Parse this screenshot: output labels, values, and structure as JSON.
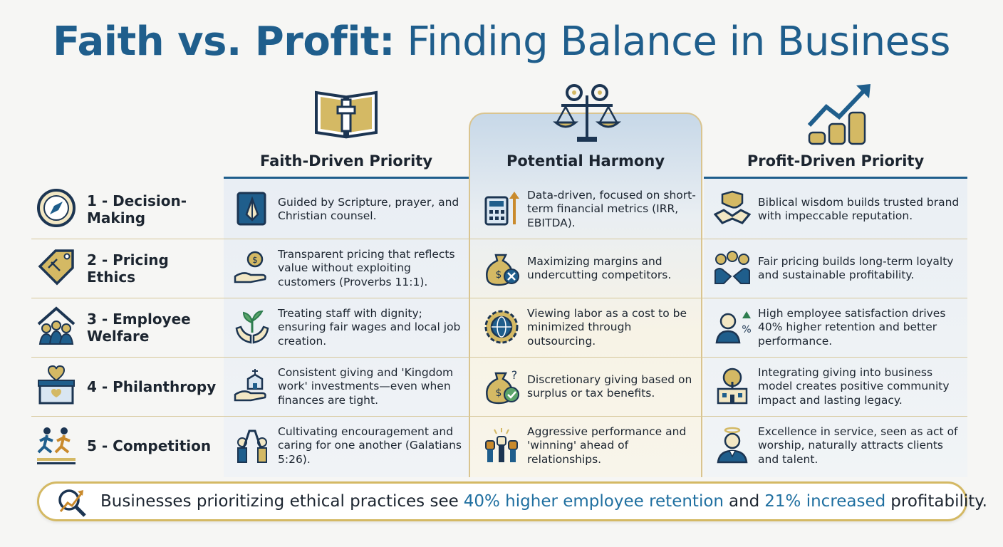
{
  "title": {
    "bold": "Faith vs. Profit:",
    "rest": "Finding Balance in Business"
  },
  "columns": {
    "faith": "Faith-Driven Priority",
    "harmony": "Potential Harmony",
    "profit": "Profit-Driven Priority"
  },
  "rows": [
    {
      "label": "1 - Decision-Making",
      "faith": "Guided by Scripture, prayer, and Christian counsel.",
      "harmony": "Data-driven, focused on short-term financial metrics (IRR, EBITDA).",
      "profit": "Biblical wisdom builds trusted brand with impeccable reputation.",
      "icons": [
        "compass-icon",
        "praying-hands-bible-icon",
        "calculator-arrow-icon",
        "handshake-shield-icon"
      ]
    },
    {
      "label": "2 - Pricing Ethics",
      "faith": "Transparent pricing that reflects value without exploiting customers (Proverbs 11:1).",
      "harmony": "Maximizing margins and undercutting competitors.",
      "profit": "Fair pricing builds long-term loyalty and sustainable profitability.",
      "icons": [
        "price-tag-scale-icon",
        "hand-coin-icon",
        "money-bag-x-icon",
        "people-coins-icon"
      ]
    },
    {
      "label": "3 - Employee Welfare",
      "faith": "Treating staff with dignity; ensuring fair wages and local job creation.",
      "harmony": "Viewing labor as a cost to be minimized through outsourcing.",
      "profit": "High employee satisfaction drives 40% higher retention and better performance.",
      "icons": [
        "house-people-icon",
        "hands-sprout-icon",
        "globe-gear-icon",
        "employee-percent-icon"
      ]
    },
    {
      "label": "4 - Philanthropy",
      "faith": "Consistent giving and 'Kingdom work' investments—even when finances are tight.",
      "harmony": "Discretionary giving based on surplus or tax benefits.",
      "profit": "Integrating giving into business model creates positive community impact and lasting legacy.",
      "icons": [
        "heart-box-icon",
        "hand-church-icon",
        "money-bag-check-icon",
        "tree-building-icon"
      ]
    },
    {
      "label": "5 - Competition",
      "faith": "Cultivating encouragement and caring for one another (Galatians 5:26).",
      "harmony": "Aggressive performance and 'winning' ahead of relationships.",
      "profit": "Excellence in service, seen as act of worship, naturally attracts clients and talent.",
      "icons": [
        "runners-icon",
        "high-five-icon",
        "raised-fists-icon",
        "halo-person-icon"
      ]
    }
  ],
  "banner": {
    "p0": "Businesses prioritizing ethical practices see",
    "h1": "40% higher employee retention",
    "p1": "and",
    "h2": "21% increased",
    "p2": "profitability."
  },
  "colors": {
    "accent": "#1f5e8c",
    "gold": "#d4b964",
    "text": "#1c2530",
    "highlight": "#1f6fa0"
  }
}
